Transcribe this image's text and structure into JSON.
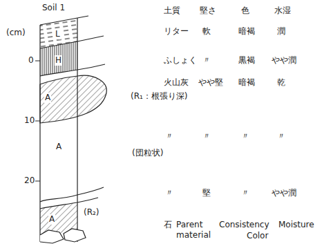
{
  "diagram": {
    "title": "Soil 1",
    "labels": [
      "土質",
      "堅さ",
      "色",
      "水湿",
      "(cm)",
      "L",
      "リター",
      "軟",
      "暗褐",
      "潤",
      "0",
      "H",
      "ふしょく",
      "〃",
      "黒褐",
      "やや潤",
      "A",
      "火山灰",
      "やや堅",
      "暗褐",
      "乾",
      "(R₁：根張り深)",
      "10",
      "A",
      "〃",
      "〃",
      "〃",
      "〃",
      "(団粒状)",
      "20",
      "〃",
      "堅",
      "〃",
      "やや潤",
      "A",
      "(R₂)",
      "石",
      "Parent material",
      "Consistency",
      "Color",
      "Moisture"
    ]
  }
}
